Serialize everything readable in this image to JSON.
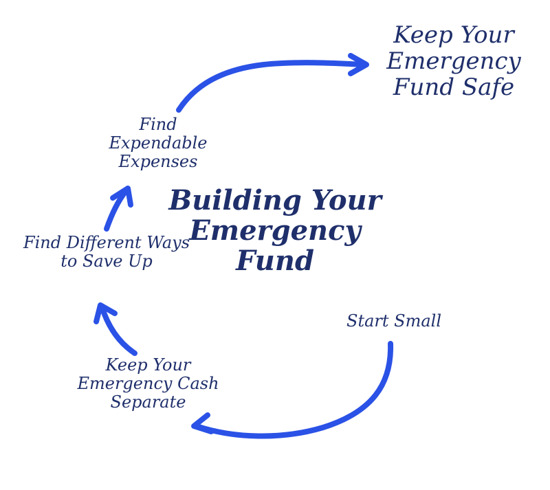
{
  "title": "Building Your Emergency Fund",
  "goal": "Keep Your Emergency Fund Safe",
  "steps": [
    "Start Small",
    "Keep Your Emergency Cash Separate",
    "Find Different Ways to Save Up",
    "Find Expendable Expenses"
  ],
  "colors": {
    "text": "#1f2f6b",
    "arrow": "#2b52e6",
    "background": "#ffffff"
  }
}
